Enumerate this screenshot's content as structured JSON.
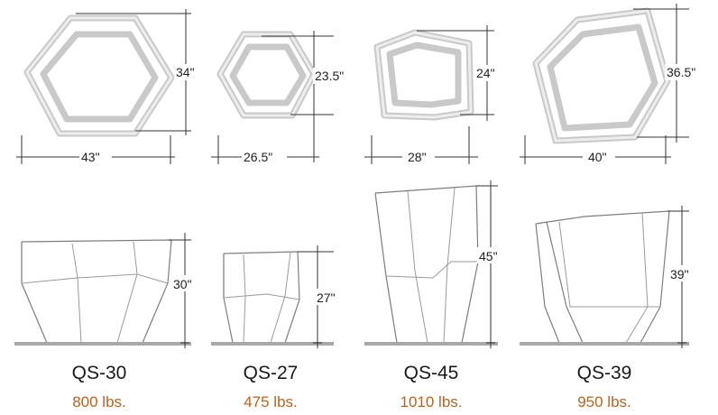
{
  "products": [
    {
      "model": "QS-30",
      "weight": "800 lbs.",
      "width": "43\"",
      "depth": "34\"",
      "height": "30\""
    },
    {
      "model": "QS-27",
      "weight": "475 lbs.",
      "width": "26.5\"",
      "depth": "23.5\"",
      "height": "27\""
    },
    {
      "model": "QS-45",
      "weight": "1010 lbs.",
      "width": "28\"",
      "depth": "24\"",
      "height": "45\""
    },
    {
      "model": "QS-39",
      "weight": "950 lbs.",
      "width": "40\"",
      "depth": "36.5\"",
      "height": "39\""
    }
  ],
  "colors": {
    "weight_text": "#b8641e",
    "outline": "#c9c9c9",
    "dimension_line": "#333333"
  }
}
